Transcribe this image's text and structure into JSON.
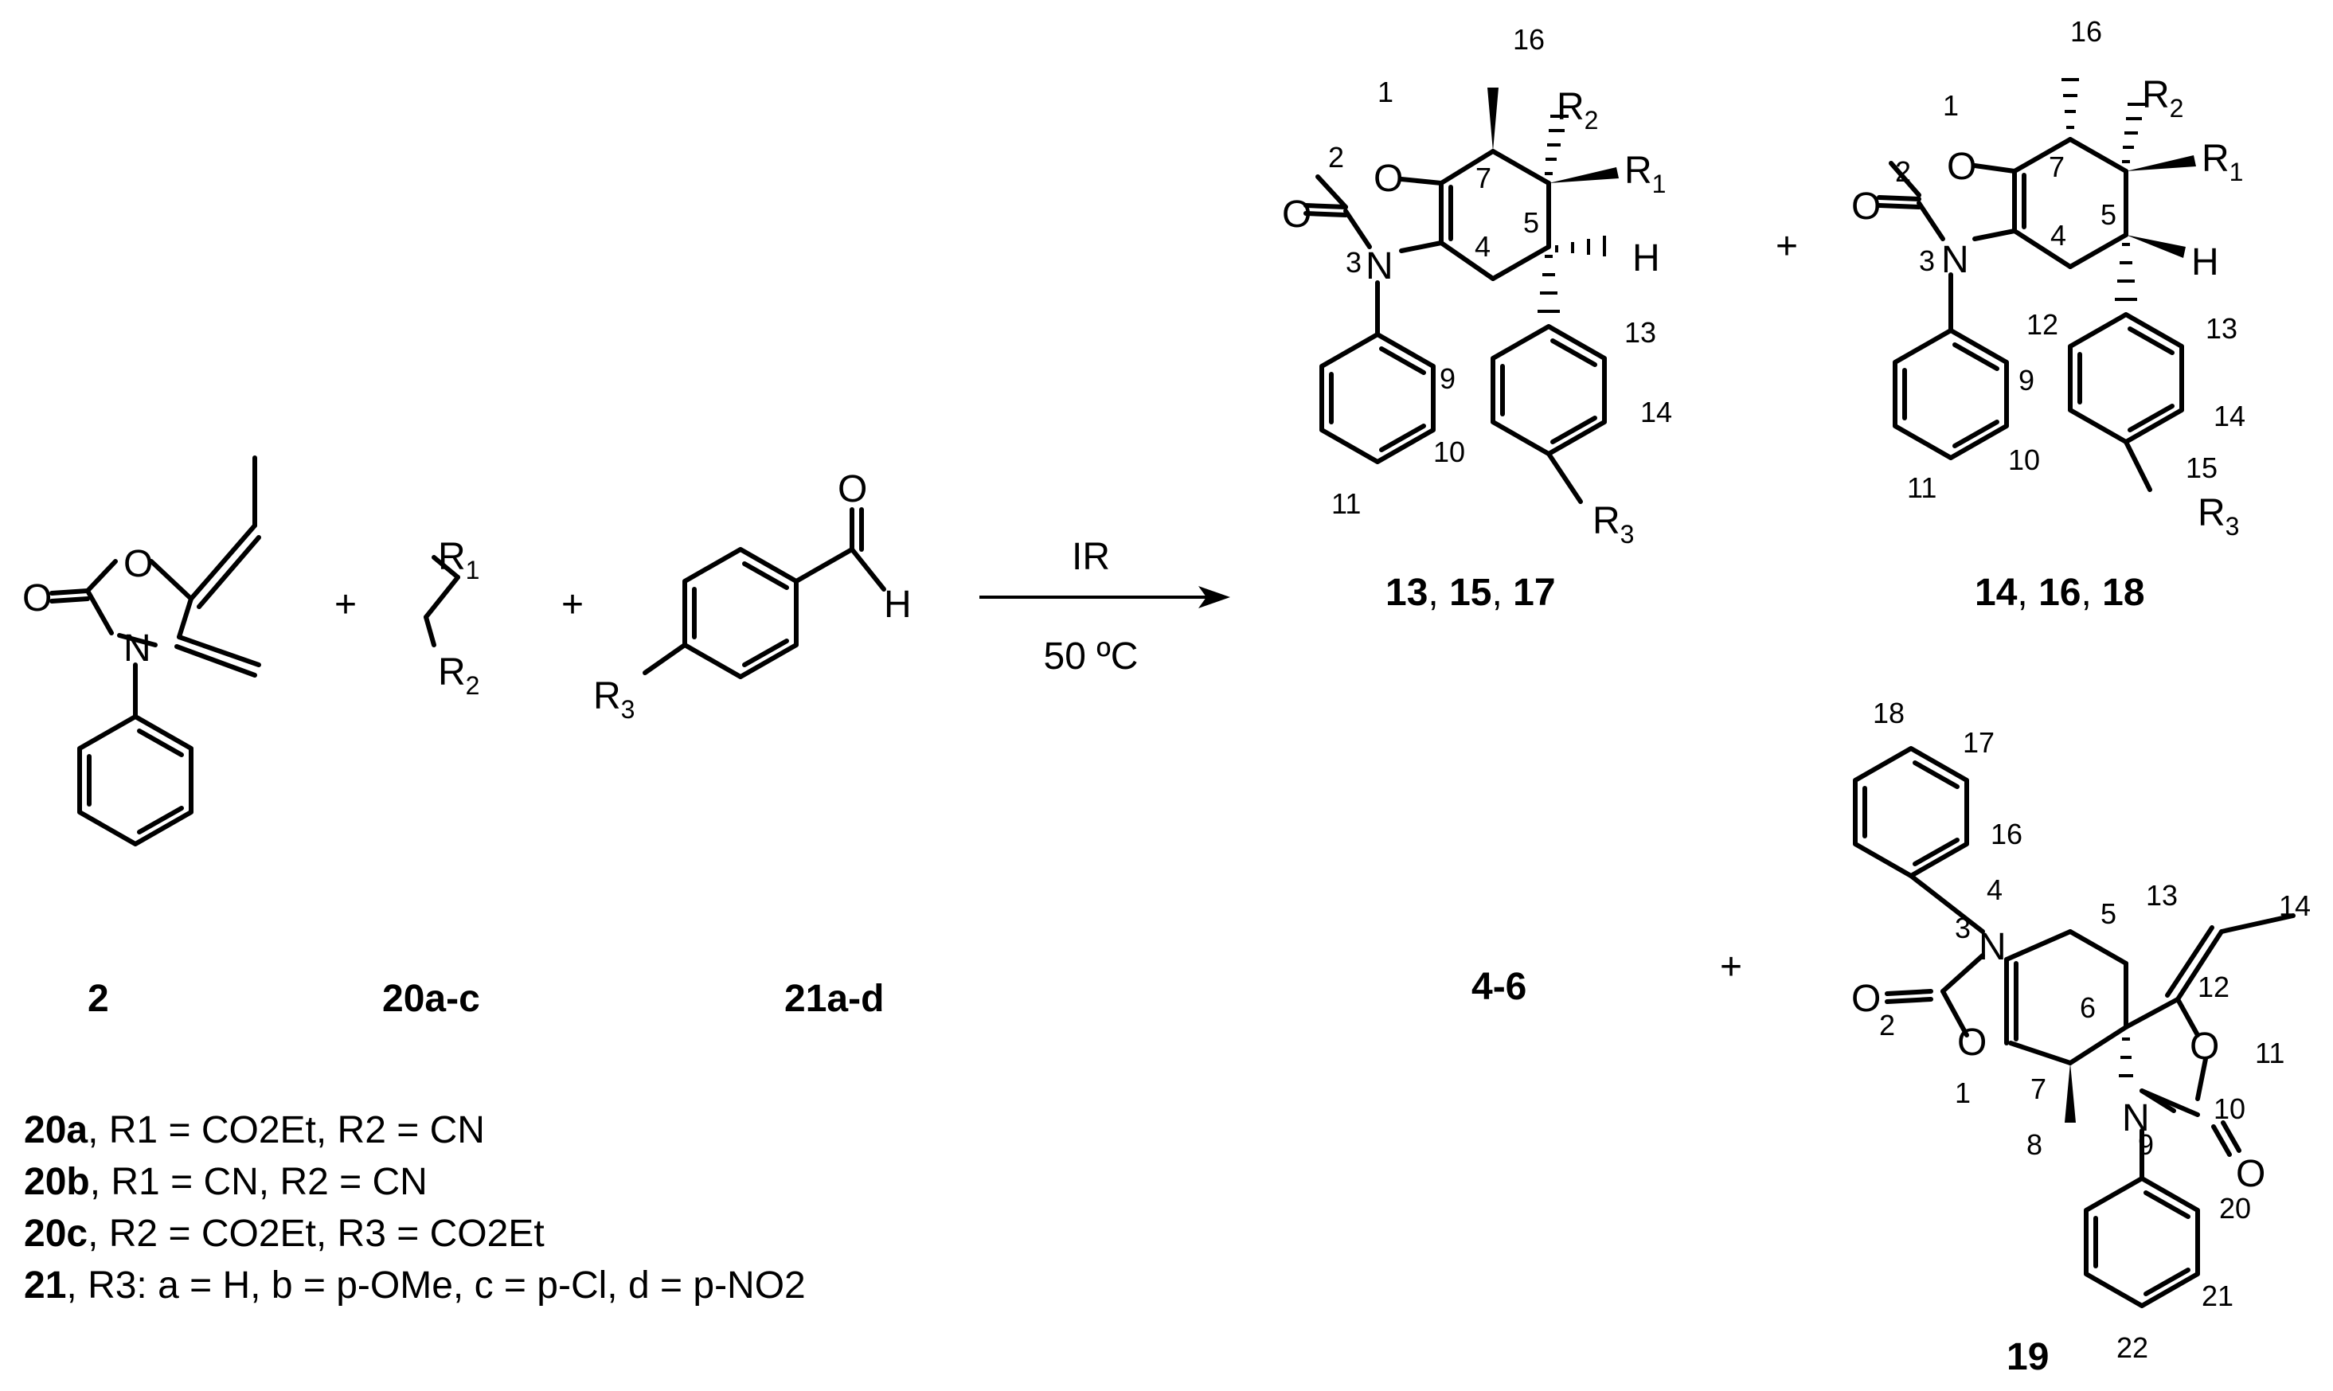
{
  "reagents": {
    "r2_label": "2",
    "r20_label": "20a-c",
    "r21_label": "21a-d",
    "plus": "+"
  },
  "arrow": {
    "above": "IR",
    "below": "50 ºC"
  },
  "products": {
    "p1_label_a": "13",
    "p1_label_b": "15",
    "p1_label_c": "17",
    "p2_label_a": "14",
    "p2_label_b": "16",
    "p2_label_c": "18",
    "p3_label": "4-6",
    "p4_label": "19",
    "sep": ", "
  },
  "legend": {
    "l1_bold": "20a",
    "l1_text": ", R1 = CO2Et, R2 = CN",
    "l2_bold": "20b",
    "l2_text": ", R1 = CN, R2 = CN",
    "l3_bold": "20c",
    "l3_text": ", R2 = CO2Et, R3 = CO2Et",
    "l4_bold": "21",
    "l4_text": ",   R3:  a = H, b = p-OMe, c = p-Cl, d = p-NO2"
  },
  "atoms": {
    "O": "O",
    "N": "N",
    "H": "H",
    "R": "R",
    "s1": "1",
    "s2": "2",
    "s3": "3"
  }
}
